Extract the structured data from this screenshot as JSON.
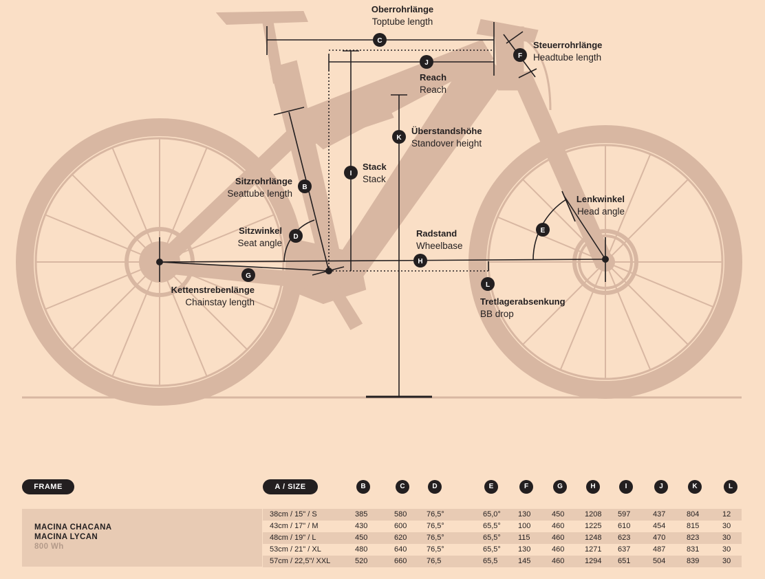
{
  "labels": {
    "C": {
      "de": "Oberrohrlänge",
      "en": "Toptube length"
    },
    "F": {
      "de": "Steuerrohrlänge",
      "en": "Headtube length"
    },
    "J": {
      "de": "Reach",
      "en": "Reach"
    },
    "K": {
      "de": "Überstandshöhe",
      "en": "Standover height"
    },
    "I": {
      "de": "Stack",
      "en": "Stack"
    },
    "B": {
      "de": "Sitzrohrlänge",
      "en": "Seattube length"
    },
    "D": {
      "de": "Sitzwinkel",
      "en": "Seat angle"
    },
    "E": {
      "de": "Lenkwinkel",
      "en": "Head angle"
    },
    "H": {
      "de": "Radstand",
      "en": "Wheelbase"
    },
    "G": {
      "de": "Kettenstrebenlänge",
      "en": "Chainstay length"
    },
    "L": {
      "de": "Tretlagerabsenkung",
      "en": "BB drop"
    }
  },
  "badges": {
    "B": "B",
    "C": "C",
    "D": "D",
    "E": "E",
    "F": "F",
    "G": "G",
    "H": "H",
    "I": "I",
    "J": "J",
    "K": "K",
    "L": "L"
  },
  "table": {
    "frame_label": "FRAME",
    "size_label": "A / SIZE",
    "headers": [
      "B",
      "C",
      "D",
      "E",
      "F",
      "G",
      "H",
      "I",
      "J",
      "K",
      "L"
    ],
    "models": [
      "MACINA CHACANA",
      "MACINA LYCAN"
    ],
    "battery": "800 Wh",
    "rows": [
      {
        "size": "38cm  /  15\"  / S",
        "B": "385",
        "C": "580",
        "D": "76,5°",
        "E": "65,0°",
        "F": "130",
        "G": "450",
        "H": "1208",
        "I": "597",
        "J": "437",
        "K": "804",
        "L": "12"
      },
      {
        "size": "43cm  /  17\"  / M",
        "B": "430",
        "C": "600",
        "D": "76,5°",
        "E": "65,5°",
        "F": "100",
        "G": "460",
        "H": "1225",
        "I": "610",
        "J": "454",
        "K": "815",
        "L": "30"
      },
      {
        "size": "48cm  /  19\"  / L",
        "B": "450",
        "C": "620",
        "D": "76,5°",
        "E": "65,5°",
        "F": "115",
        "G": "460",
        "H": "1248",
        "I": "623",
        "J": "470",
        "K": "823",
        "L": "30"
      },
      {
        "size": "53cm  /  21\"  / XL",
        "B": "480",
        "C": "640",
        "D": "76,5°",
        "E": "65,5°",
        "F": "130",
        "G": "460",
        "H": "1271",
        "I": "637",
        "J": "487",
        "K": "831",
        "L": "30"
      },
      {
        "size": "57cm  /  22,5\"/ XXL",
        "B": "520",
        "C": "660",
        "D": "76,5",
        "E": "65,5",
        "F": "145",
        "G": "460",
        "H": "1294",
        "I": "651",
        "J": "504",
        "K": "839",
        "L": "30"
      }
    ]
  },
  "colors": {
    "background": "#fadfc6",
    "bike": "#d8b7a2",
    "ink": "#231f20",
    "row_shade": "#e8cbb4"
  }
}
